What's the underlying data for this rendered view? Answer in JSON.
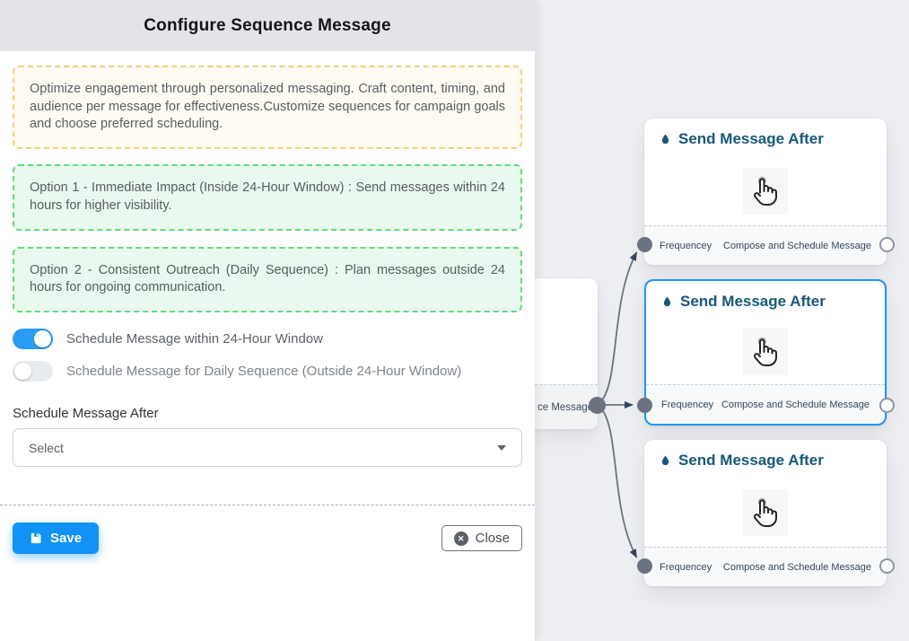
{
  "panel": {
    "title": "Configure Sequence Message",
    "info_box": "Optimize engagement through personalized messaging. Craft content, timing, and audience per message for effectiveness.Customize sequences for campaign goals and choose preferred scheduling.",
    "option1": "Option 1 - Immediate Impact (Inside 24-Hour Window) : Send messages within 24 hours for higher visibility.",
    "option2": "Option 2 - Consistent Outreach (Daily Sequence) : Plan messages outside 24 hours for ongoing communication.",
    "toggle_within": {
      "label": "Schedule Message within 24-Hour Window",
      "state": "on"
    },
    "toggle_daily": {
      "label": "Schedule Message for Daily Sequence (Outside 24-Hour Window)",
      "state": "off"
    },
    "schedule_after": {
      "label": "Schedule Message After",
      "value": "Select"
    },
    "save_label": "Save",
    "close_label": "Close"
  },
  "canvas": {
    "source_node": {
      "footer_label": "ce Message"
    },
    "nodes": [
      {
        "title": "Send Message After",
        "footer_left": "Frequencey",
        "footer_right": "Compose and Schedule Message",
        "selected": false
      },
      {
        "title": "Send Message After",
        "footer_left": "Frequencey",
        "footer_right": "Compose and Schedule Message",
        "selected": true
      },
      {
        "title": "Send Message After",
        "footer_left": "Frequencey",
        "footer_right": "Compose and Schedule Message",
        "selected": false
      }
    ],
    "icons": {
      "node_icon": "droplet-icon",
      "body_icon": "hand-pointer-icon"
    },
    "colors": {
      "selected_border": "#2196f3",
      "node_title": "#17587a",
      "edge": "#6b7280",
      "arrowhead": "#33475b",
      "canvas_bg": "#edeff2"
    }
  },
  "colors": {
    "header_bg": "#e2e4e8",
    "save_button": "#1292f4",
    "toggle_on": "#2b9cf4",
    "note_yellow_border": "#fccb7d",
    "note_green_border": "#62da7e"
  }
}
